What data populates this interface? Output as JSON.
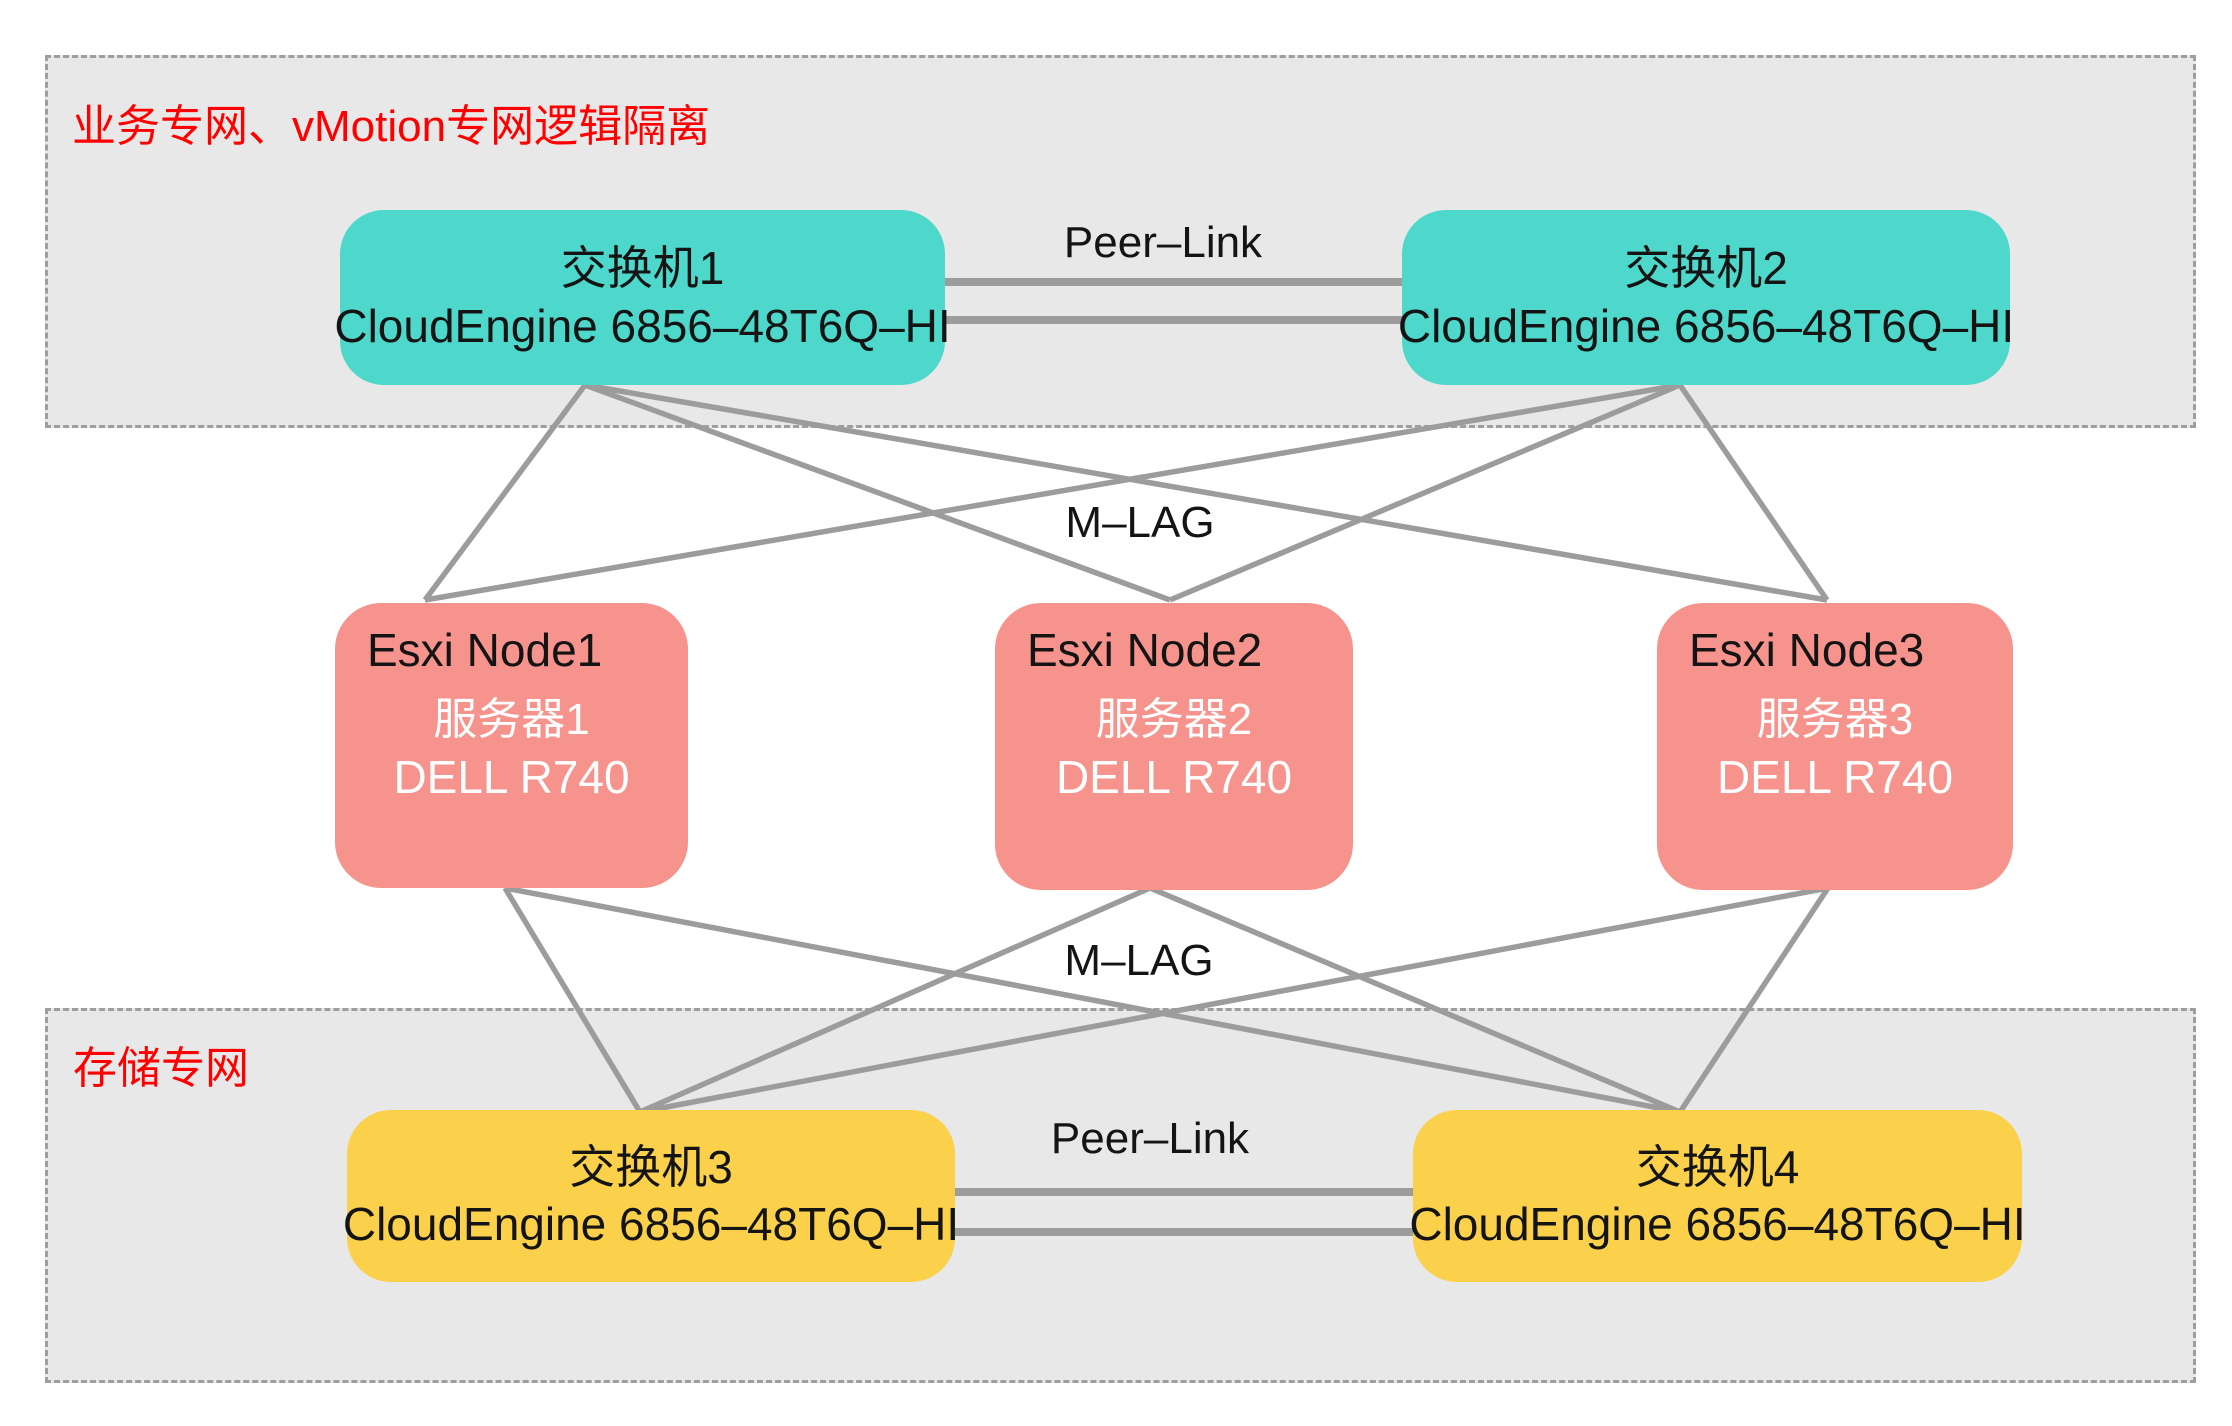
{
  "diagram": {
    "zones": [
      {
        "id": "business",
        "label": "业务专网、vMotion专网逻辑隔离"
      },
      {
        "id": "storage",
        "label": "存储专网"
      }
    ],
    "switches": [
      {
        "name": "交换机1",
        "model": "CloudEngine 6856–48T6Q–HI"
      },
      {
        "name": "交换机2",
        "model": "CloudEngine 6856–48T6Q–HI"
      },
      {
        "name": "交换机3",
        "model": "CloudEngine 6856–48T6Q–HI"
      },
      {
        "name": "交换机4",
        "model": "CloudEngine 6856–48T6Q–HI"
      }
    ],
    "servers": [
      {
        "hostname": "Esxi Node1",
        "name": "服务器1",
        "model": "DELL R740"
      },
      {
        "hostname": "Esxi Node2",
        "name": "服务器2",
        "model": "DELL R740"
      },
      {
        "hostname": "Esxi Node3",
        "name": "服务器3",
        "model": "DELL R740"
      }
    ],
    "link_labels": {
      "peer_link_top": "Peer–Link",
      "peer_link_bottom": "Peer–Link",
      "mlag_top": "M–LAG",
      "mlag_bottom": "M–LAG"
    }
  },
  "colors": {
    "zone-bg": "#e9e8e8",
    "zone-border": "#9e9e9e",
    "switch-top": "#4ed8cb",
    "switch-bottom": "#fbd14c",
    "server": "#f6938d",
    "line": "#9c9c9c",
    "label-red": "#ff0000",
    "text-dark": "#141414",
    "text-white": "#ffffff"
  }
}
